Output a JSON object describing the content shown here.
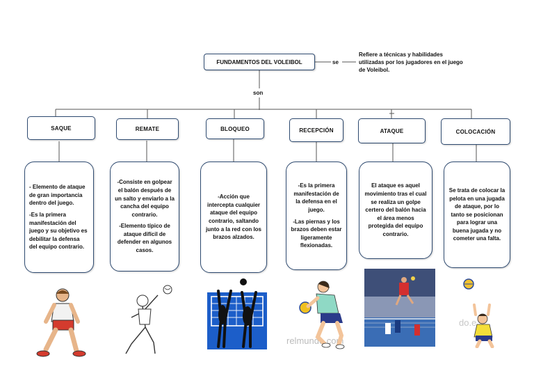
{
  "root": {
    "title": "FUNDAMENTOS DEL VOLEIBOL"
  },
  "connector_se": "se",
  "definition": "Refiere a técnicas y habilidades utilizadas por los jugadores en el juego de Voleibol.",
  "connector_son": "son",
  "watermark": "relmundo.com",
  "watermark2": "do.e",
  "categories": [
    {
      "title": "SAQUE",
      "paragraphs": [
        "- Elemento de ataque de gran importancia dentro del juego.",
        "-Es la primera manifestación del juego y su objetivo es debilitar la defensa del equipo contrario."
      ]
    },
    {
      "title": "REMATE",
      "paragraphs": [
        "-Consiste en golpear el balón después de un salto y enviarlo a la cancha del equipo contrario.",
        "-Elemento típico de ataque difícil de defender en algunos casos."
      ]
    },
    {
      "title": "BLOQUEO",
      "paragraphs": [
        "-Acción que intercepta cualquier ataque del equipo contrario, saltando junto a la red con los brazos alzados."
      ]
    },
    {
      "title": "RECEPCIÓN",
      "paragraphs": [
        "-Es la primera manifestación de la defensa en el juego.",
        "-Las piernas y los brazos deben estar ligeramente flexionadas."
      ]
    },
    {
      "title": "ATAQUE",
      "paragraphs": [
        "El ataque es aquel movimiento tras el cual se realiza un golpe certero del balón hacia el área menos protegida del equipo contrario."
      ]
    },
    {
      "title": "COLOCACIÓN",
      "paragraphs": [
        "Se trata de colocar la pelota en una jugada de ataque, por lo tanto se posicionan para lograr una buena jugada y no cometer una falta."
      ]
    }
  ],
  "colors": {
    "border": "#2e4a70",
    "line": "#555555"
  }
}
